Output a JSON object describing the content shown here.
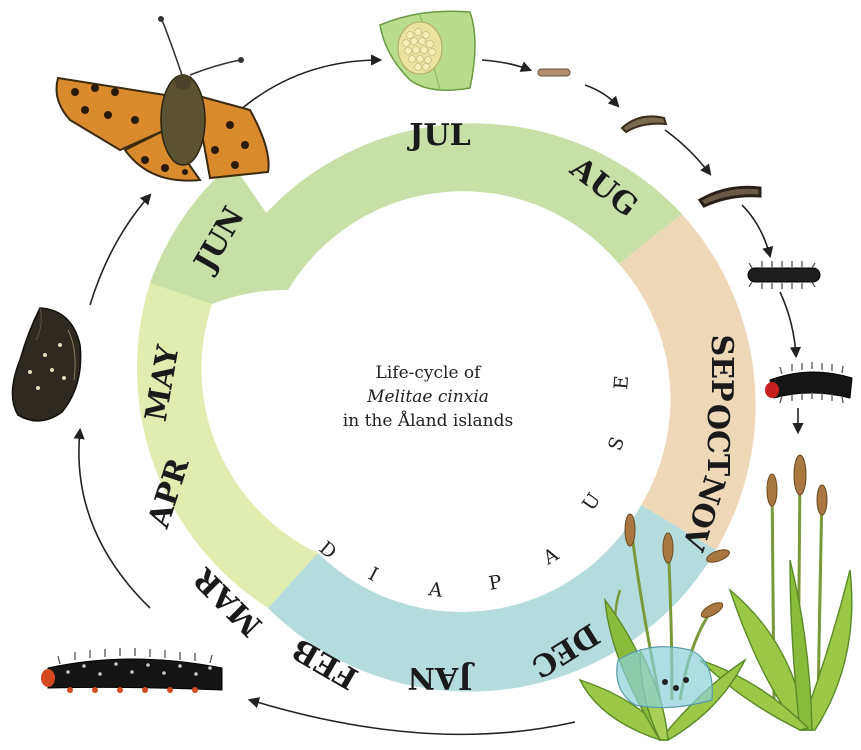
{
  "title": {
    "line1": "Life-cycle of",
    "line2": "Melitae cinxia",
    "line3": "in the Åland islands"
  },
  "months": [
    "JUL",
    "AUG",
    "SEP",
    "OCT",
    "NOV",
    "DEC",
    "JAN",
    "FEB",
    "MAR",
    "APR",
    "MAY",
    "JUN"
  ],
  "diapause_letters": [
    "D",
    "I",
    "A",
    "P",
    "A",
    "U",
    "S",
    "E"
  ],
  "colors": {
    "summer": "#c8e0a8",
    "autumn": "#eed8b8",
    "winter": "#b4dcdc",
    "spring": "#e0ecb0",
    "june": "#c8e0a8"
  },
  "stages": [
    "adult-butterfly",
    "egg-cluster-on-leaf",
    "larva-instar-1",
    "larva-instar-2",
    "larva-instar-3",
    "larva-instar-4",
    "larva-instar-5",
    "host-plant-with-winter-nest",
    "host-plant",
    "post-diapause-larva",
    "pupa"
  ]
}
